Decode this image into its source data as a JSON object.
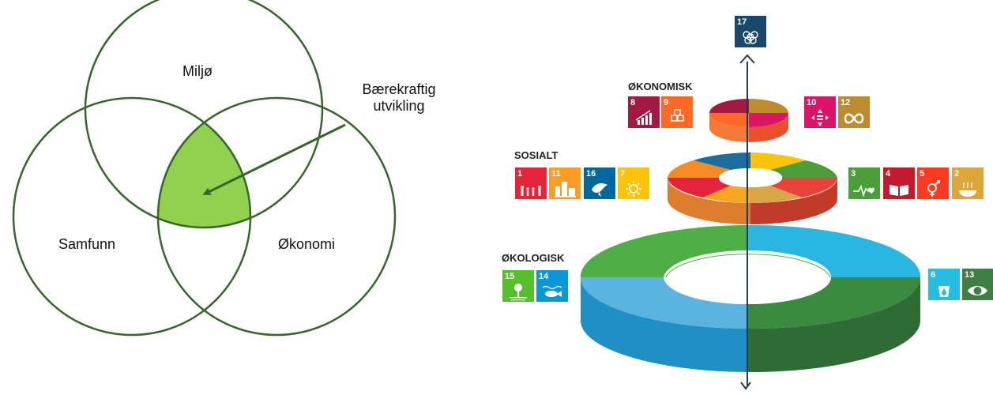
{
  "venn": {
    "circles": [
      {
        "label": "Miljø"
      },
      {
        "label": "Samfunn"
      },
      {
        "label": "Økonomi"
      }
    ],
    "callout_line1": "Bærekraftig",
    "callout_line2": "utvikling",
    "colors": {
      "outline": "#37652a",
      "center": "#92d050"
    }
  },
  "sdg": {
    "tiers": [
      {
        "label": "ØKONOMISK"
      },
      {
        "label": "SOSIALT"
      },
      {
        "label": "ØKOLOGISK"
      }
    ],
    "goals": {
      "g1": {
        "number": "1",
        "color": "#e5243b",
        "icon": "family-icon"
      },
      "g2": {
        "number": "2",
        "color": "#dda63a",
        "icon": "bowl-icon"
      },
      "g3": {
        "number": "3",
        "color": "#4c9f38",
        "icon": "heartbeat-icon"
      },
      "g4": {
        "number": "4",
        "color": "#c5192d",
        "icon": "book-icon"
      },
      "g5": {
        "number": "5",
        "color": "#ff3a21",
        "icon": "gender-icon"
      },
      "g6": {
        "number": "6",
        "color": "#26bde2",
        "icon": "water-drop-icon"
      },
      "g7": {
        "number": "7",
        "color": "#fcc30b",
        "icon": "sun-icon"
      },
      "g8": {
        "number": "8",
        "color": "#a21942",
        "icon": "growth-chart-icon"
      },
      "g9": {
        "number": "9",
        "color": "#fd6925",
        "icon": "cubes-icon"
      },
      "g10": {
        "number": "10",
        "color": "#dd1367",
        "icon": "equality-arrows-icon"
      },
      "g11": {
        "number": "11",
        "color": "#fd9d24",
        "icon": "city-icon"
      },
      "g12": {
        "number": "12",
        "color": "#bf8b2e",
        "icon": "infinity-icon"
      },
      "g13": {
        "number": "13",
        "color": "#3f7e44",
        "icon": "eye-globe-icon"
      },
      "g14": {
        "number": "14",
        "color": "#0a97d9",
        "icon": "fish-icon"
      },
      "g15": {
        "number": "15",
        "color": "#56c02b",
        "icon": "tree-icon"
      },
      "g16": {
        "number": "16",
        "color": "#00689d",
        "icon": "dove-icon"
      },
      "g17": {
        "number": "17",
        "color": "#19486a",
        "icon": "flower-rings-icon"
      }
    }
  }
}
